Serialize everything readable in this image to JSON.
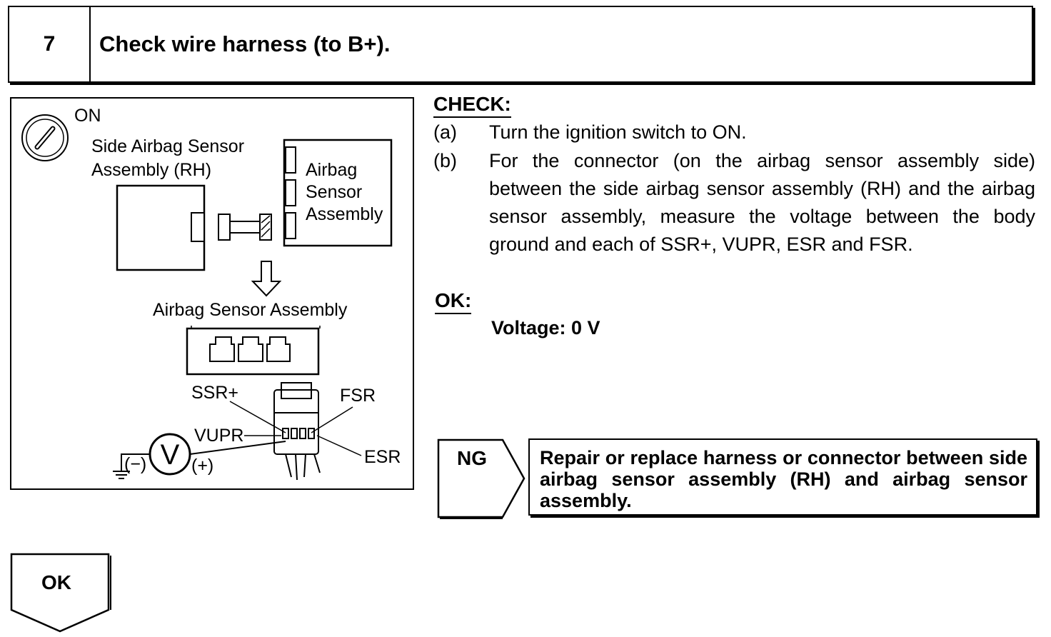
{
  "header": {
    "step_number": "7",
    "title": "Check wire harness (to B+)."
  },
  "diagram": {
    "ignition_label": "ON",
    "side_sensor_label_line1": "Side Airbag Sensor",
    "side_sensor_label_line2": "Assembly (RH)",
    "airbag_sensor_line1": "Airbag",
    "airbag_sensor_line2": "Sensor",
    "airbag_sensor_line3": "Assembly",
    "connector_label": "Airbag Sensor Assembly",
    "terminal_ssr": "SSR+",
    "terminal_fsr": "FSR",
    "terminal_vupr": "VUPR",
    "terminal_esr": "ESR",
    "voltmeter_symbol": "V",
    "meter_negative": "(−)",
    "meter_positive": "(+)"
  },
  "check": {
    "heading": "CHECK:",
    "steps": [
      {
        "letter": "(a)",
        "text": "Turn the ignition switch to ON."
      },
      {
        "letter": "(b)",
        "text": "For the connector (on the airbag sensor assembly side) between the side airbag sensor assembly (RH) and the airbag sensor assembly, measure the voltage between the body ground and each of SSR+, VUPR, ESR and FSR."
      }
    ]
  },
  "ok_spec": {
    "heading": "OK:",
    "value": "Voltage: 0 V"
  },
  "ng_result": {
    "label": "NG",
    "action": "Repair or replace harness or connector between side airbag sensor assembly (RH) and airbag sensor assembly."
  },
  "ok_result": {
    "label": "OK"
  }
}
